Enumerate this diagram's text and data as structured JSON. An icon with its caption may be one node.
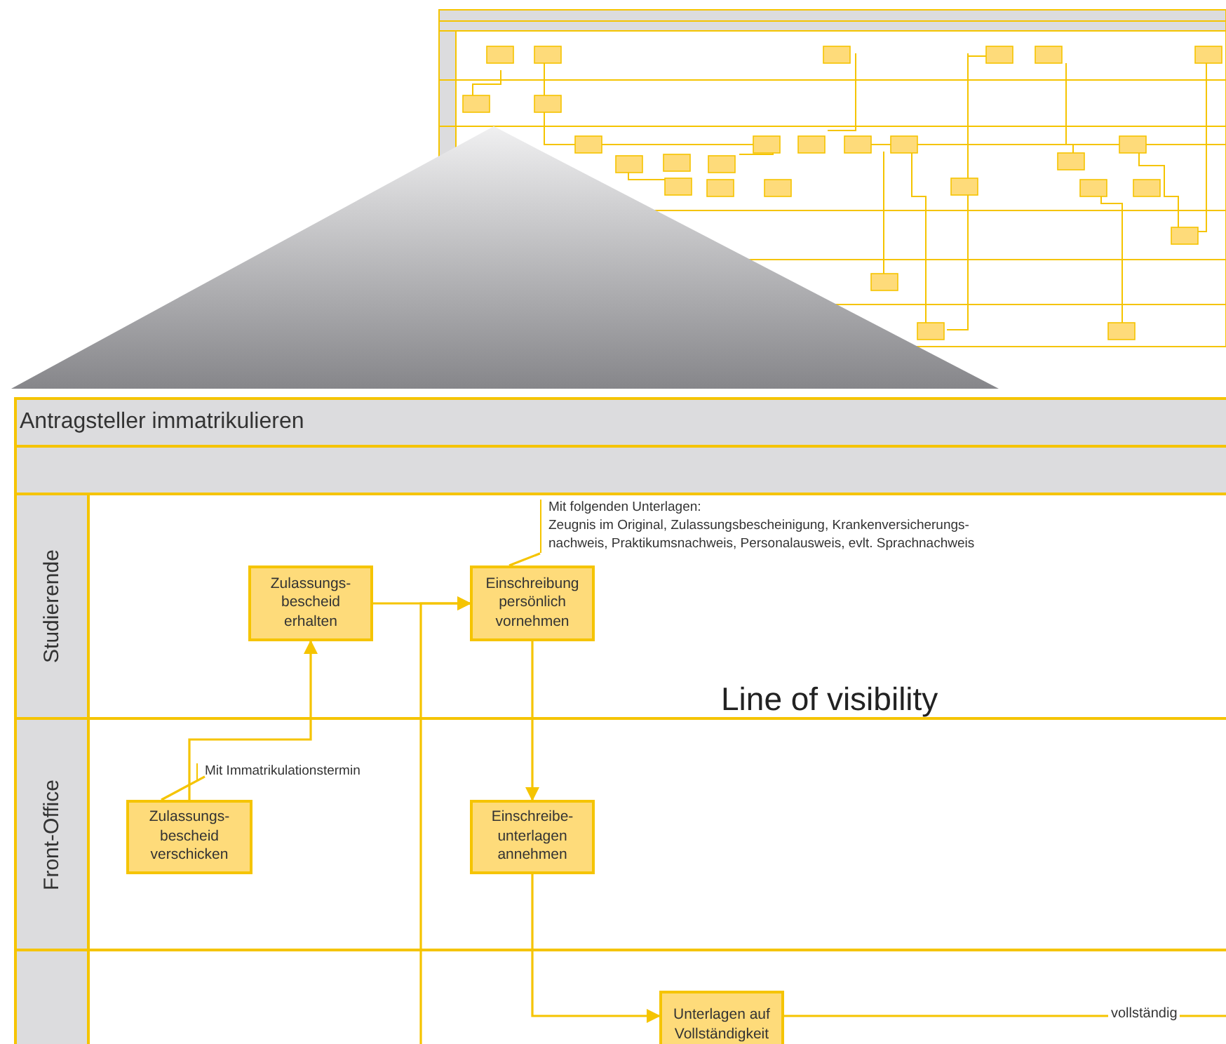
{
  "diagram": {
    "title": "Antragsteller immatrikulieren",
    "nodes": [
      {
        "text": [
          "Studierende"
        ]
      },
      {
        "text": [
          "Front-Office"
        ]
      },
      {
        "text": [
          "Zulassungs- bescheid erhalten"
        ],
        "in": 0
      },
      {
        "text": [
          "Einschreibung persönlich vornehmen"
        ],
        "in": 0
      },
      {
        "text": [
          "Mit folgenden Unterlagen:",
          "Zeugnis im Original, Zulassungsbescheinigung, Krankenversicherungs- nachweis, Praktikumsnachweis, Personalausweis, evlt. Sprachnachweis"
        ],
        "in": 0
      },
      {
        "text": [
          "Zulassungs- bescheid verschicken"
        ],
        "in": 1
      },
      {
        "text": [
          "Mit Immatrikulationstermin"
        ],
        "in": 1
      },
      {
        "text": [
          "Einschreibe- unterlagen annehmen"
        ],
        "in": 1
      },
      {
        "text": [],
        "shape": "box"
      },
      {
        "text": [
          "Unterlagen auf Vollständigkeit"
        ],
        "in": 8
      }
    ],
    "edges": [
      {
        "from": 5,
        "to": 2,
        "arrow": "to"
      },
      {
        "from": 2,
        "to": 3,
        "arrow": "to"
      },
      {
        "from": 8,
        "to": 3,
        "arrow": "to"
      },
      {
        "from": 4,
        "to": 3,
        "arrow": "none"
      },
      {
        "from": 6,
        "to": 5,
        "arrow": "none"
      },
      {
        "from": 3,
        "to": 7,
        "arrow": "to"
      },
      {
        "from": 7,
        "to": 9,
        "arrow": "to"
      },
      {
        "from": 9,
        "to": null,
        "arrow": "none",
        "label": "vollständig"
      }
    ],
    "labels": [
      "Line of visibility"
    ]
  }
}
